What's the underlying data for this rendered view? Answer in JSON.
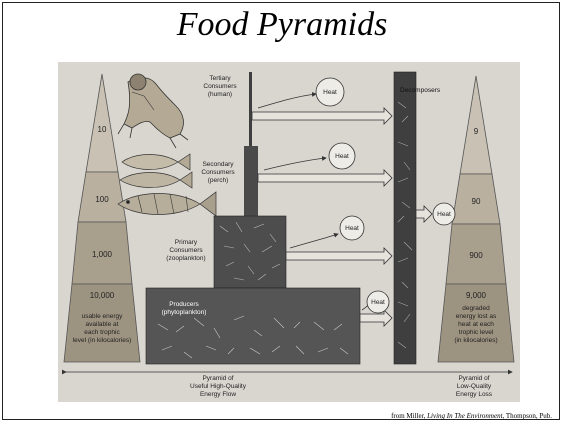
{
  "title": "Food Pyramids",
  "left_pyramid": {
    "levels": [
      "10",
      "100",
      "1,000",
      "10,000"
    ],
    "base_text": [
      "usable energy",
      "available at",
      "each trophic",
      "level (in kilocalories)"
    ],
    "caption": [
      "Pyramid of",
      "Useful High-Quality",
      "Energy Flow"
    ]
  },
  "right_pyramid": {
    "levels": [
      "9",
      "90",
      "900",
      "9,000"
    ],
    "base_text": [
      "degraded",
      "energy lost as",
      "heat at each",
      "trophic level",
      "(in kilocalories)"
    ],
    "caption": [
      "Pyramid of",
      "Low-Quality",
      "Energy Loss"
    ]
  },
  "levels": {
    "tertiary": [
      "Tertiary",
      "Consumers",
      "(human)"
    ],
    "secondary": [
      "Secondary",
      "Consumers",
      "(perch)"
    ],
    "primary": [
      "Primary",
      "Consumers",
      "(zooplankton)"
    ],
    "producers": [
      "Producers",
      "(phytoplankton)"
    ]
  },
  "decomposers": "Decomposers",
  "heat_label": "Heat",
  "credit": {
    "prefix": "from Miller, ",
    "book": "Living In The Environment",
    "suffix": ", Thompson, Pub."
  }
}
